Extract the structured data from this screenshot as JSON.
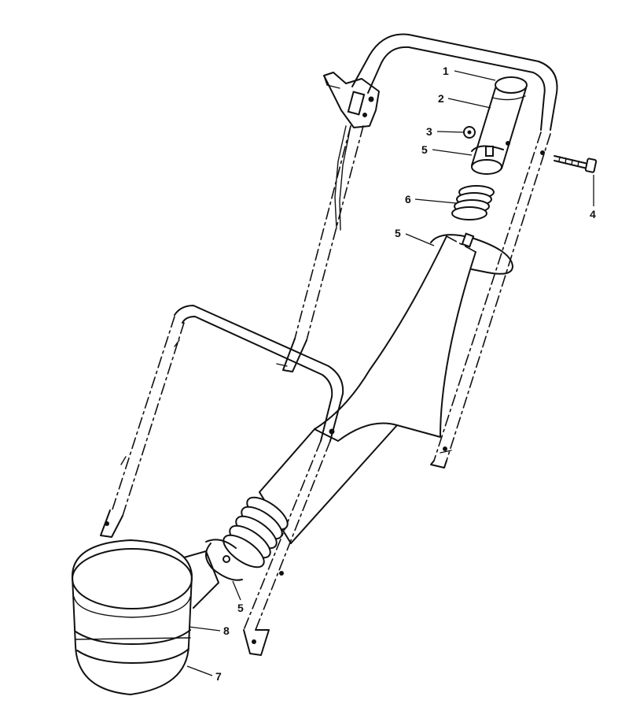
{
  "callouts": [
    {
      "label": "1"
    },
    {
      "label": "2"
    },
    {
      "label": "3"
    },
    {
      "label": "5"
    },
    {
      "label": "4"
    },
    {
      "label": "6"
    },
    {
      "label": "5"
    },
    {
      "label": "5"
    },
    {
      "label": "8"
    },
    {
      "label": "7"
    }
  ]
}
